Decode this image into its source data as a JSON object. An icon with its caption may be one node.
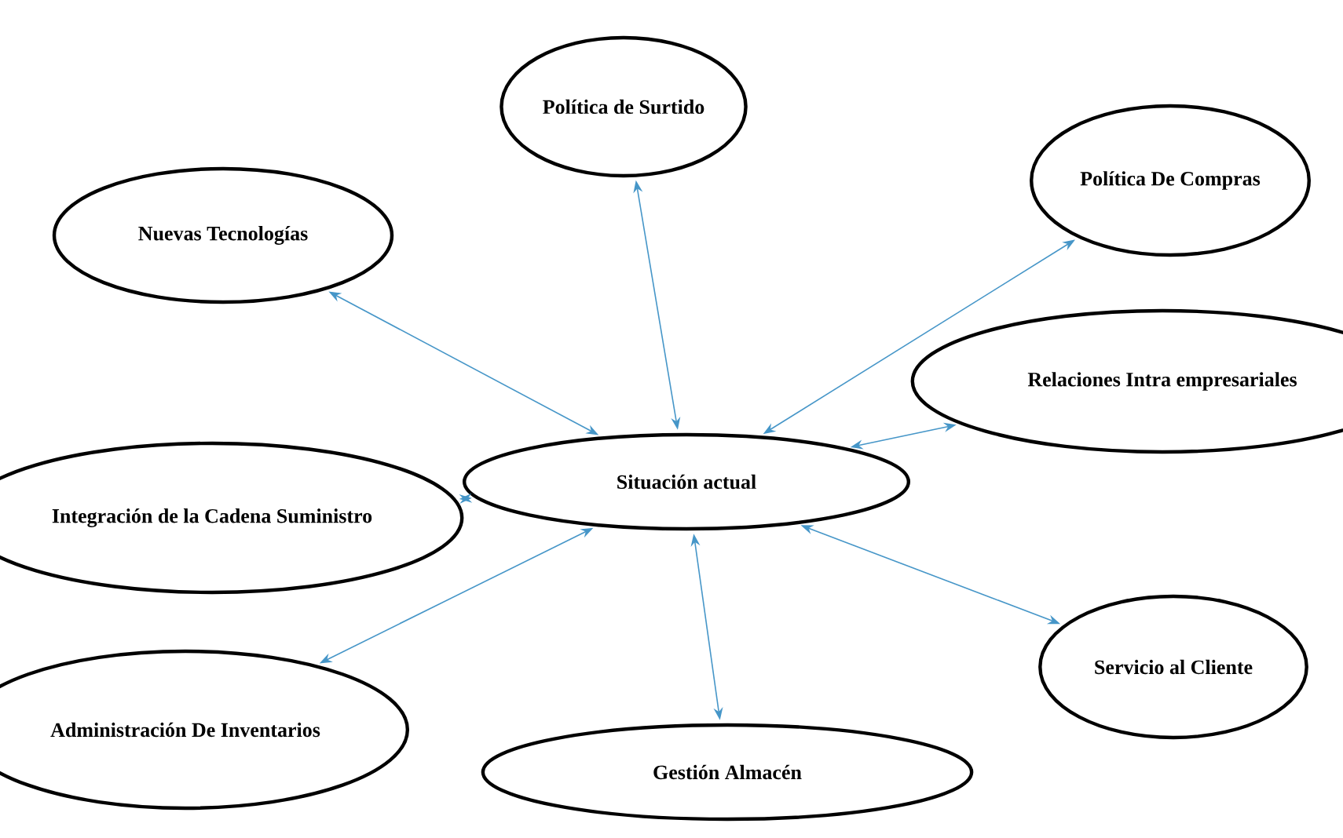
{
  "diagram": {
    "nodes": [
      {
        "text": [
          "Política de Surtido"
        ]
      },
      {
        "text": [
          "Política De Compras"
        ]
      },
      {
        "text": [
          "Nuevas Tecnologías"
        ]
      },
      {
        "text": [
          "Relaciones Intra empresariales"
        ]
      },
      {
        "text": [
          "Situación actual"
        ]
      },
      {
        "text": [
          "Integración de la Cadena Suministro"
        ]
      },
      {
        "text": [
          "Servicio al Cliente"
        ]
      },
      {
        "text": [
          "Administración De Inventarios"
        ]
      },
      {
        "text": [
          "Gestión Almacén"
        ]
      }
    ],
    "edges": [
      {
        "from": 4,
        "to": 0,
        "arrow": "both"
      },
      {
        "from": 2,
        "to": 4,
        "arrow": "both"
      },
      {
        "from": 5,
        "to": 4,
        "arrow": "both"
      },
      {
        "from": 7,
        "to": 4,
        "arrow": "both"
      },
      {
        "from": 4,
        "to": 1,
        "arrow": "both"
      },
      {
        "from": 4,
        "to": 3,
        "arrow": "both"
      },
      {
        "from": 4,
        "to": 6,
        "arrow": "both"
      },
      {
        "from": 8,
        "to": 4,
        "arrow": "both"
      }
    ]
  }
}
